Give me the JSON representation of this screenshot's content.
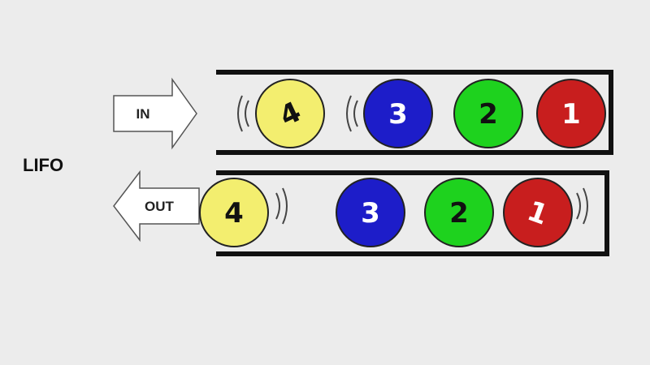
{
  "title": "LIFO",
  "in_label": "IN",
  "out_label": "OUT",
  "in_balls": [
    {
      "label": "4",
      "color": "#f3ee6f"
    },
    {
      "label": "3",
      "color": "#1d1dc9"
    },
    {
      "label": "2",
      "color": "#1ed21e"
    },
    {
      "label": "1",
      "color": "#c81e1e"
    }
  ],
  "out_balls": [
    {
      "label": "4",
      "color": "#f3ee6f"
    },
    {
      "label": "3",
      "color": "#1d1dc9"
    },
    {
      "label": "2",
      "color": "#1ed21e"
    },
    {
      "label": "1",
      "color": "#c81e1e"
    }
  ]
}
